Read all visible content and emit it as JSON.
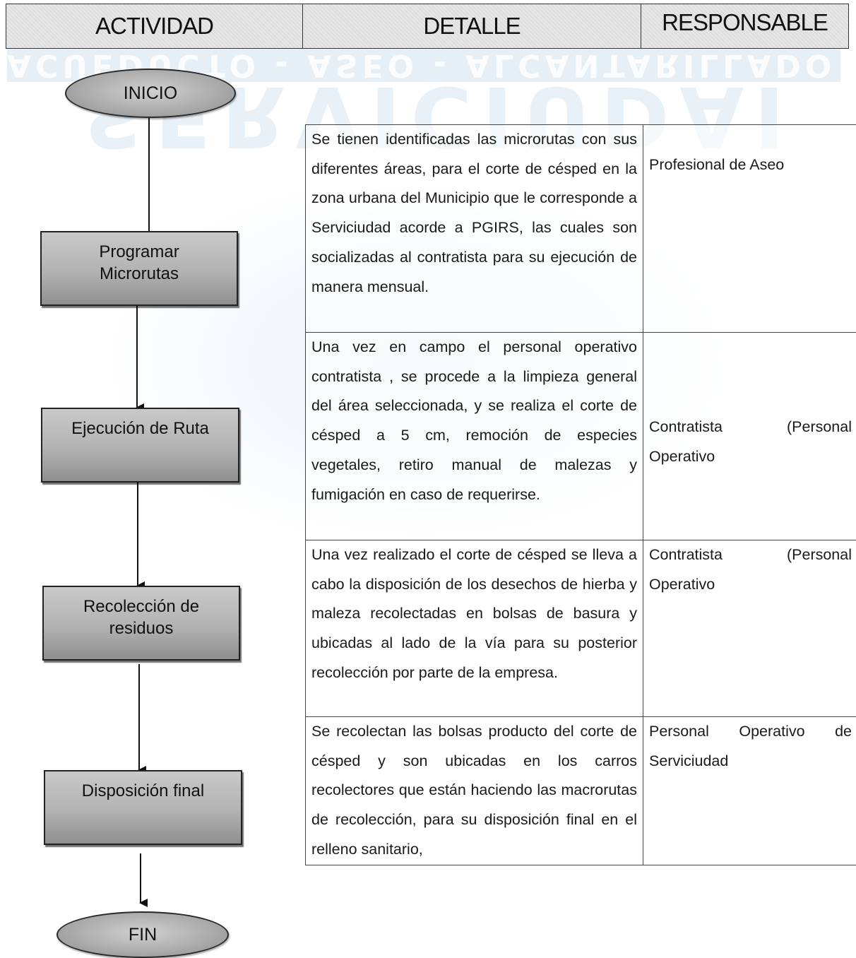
{
  "header": {
    "actividad": "ACTIVIDAD",
    "detalle": "DETALLE",
    "responsable": "RESPONSABLE"
  },
  "watermark": {
    "banner": "ACUEDUCTO - ASEO - ALCANTARILLADO ESP",
    "big": "SERVICIUDAD"
  },
  "flow": {
    "start": "INICIO",
    "steps": [
      {
        "line1": "Programar",
        "line2": "Microrutas"
      },
      {
        "line1": "Ejecución de Ruta",
        "line2": ""
      },
      {
        "line1": "Recolección de",
        "line2": "residuos"
      },
      {
        "line1": "Disposición final",
        "line2": ""
      }
    ],
    "end": "FIN"
  },
  "rows": [
    {
      "detalle": "Se tienen identificadas las microrutas con sus diferentes áreas,  para el corte de césped en la zona urbana del Municipio que le corresponde a Serviciudad acorde a PGIRS, las cuales son socializadas al contratista para su ejecución de manera mensual.",
      "responsable": "Profesional de Aseo"
    },
    {
      "detalle": "Una vez en campo el personal operativo contratista , se procede a la limpieza general del área seleccionada, y se realiza el corte de césped a 5 cm, remoción de especies vegetales, retiro manual de malezas y fumigación en caso de requerirse.",
      "responsable": "Contratista (Personal Operativo"
    },
    {
      "detalle": "Una vez realizado el corte de césped se lleva a cabo la disposición de los desechos de hierba y maleza recolectadas en bolsas de basura y ubicadas al lado de la vía para su posterior recolección por parte de la empresa.",
      "responsable": "Contratista (Personal Operativo"
    },
    {
      "detalle": "Se recolectan las bolsas producto del corte de césped y son ubicadas en los carros recolectores que están haciendo las macrorutas de recolección, para su disposición final en el relleno sanitario,",
      "responsable": "Personal Operativo de Serviciudad"
    }
  ]
}
